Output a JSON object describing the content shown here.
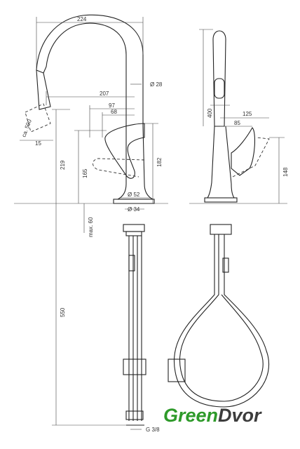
{
  "dimensions": {
    "d224": "224",
    "d28": "Ø 28",
    "d207": "207",
    "d97": "97",
    "d68": "68",
    "d500": "ca. 500",
    "d15": "15",
    "d219": "219",
    "d165": "165",
    "d182": "182",
    "d52": "Ø 52",
    "d34": "Ø 34",
    "d60": "max. 60",
    "d550": "550",
    "dG": "G 3/8",
    "d400": "400",
    "d125": "125",
    "d85": "85",
    "d148": "148"
  },
  "logo": {
    "part1": "Green",
    "part2": "Dvor"
  },
  "colors": {
    "logo_green": "#2e9a2a",
    "logo_dark": "#3c3c3c"
  }
}
